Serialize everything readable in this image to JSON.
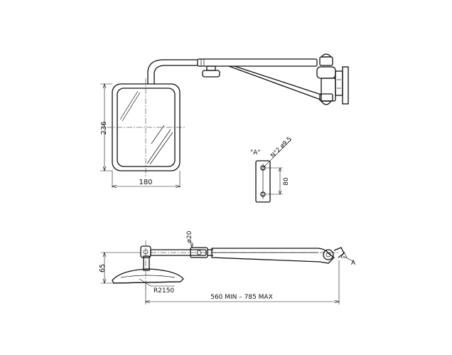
{
  "dimensions": {
    "height_top": "236",
    "width": "180",
    "height_side": "65",
    "diameter_tube": "ø20",
    "radius": "R2150",
    "length": "560  MIN  –  785  MAX"
  },
  "detail": {
    "view_label": "\"A\"",
    "holes": "N°2 ø9.5",
    "hole_spacing": "80"
  },
  "view_marker": "A"
}
